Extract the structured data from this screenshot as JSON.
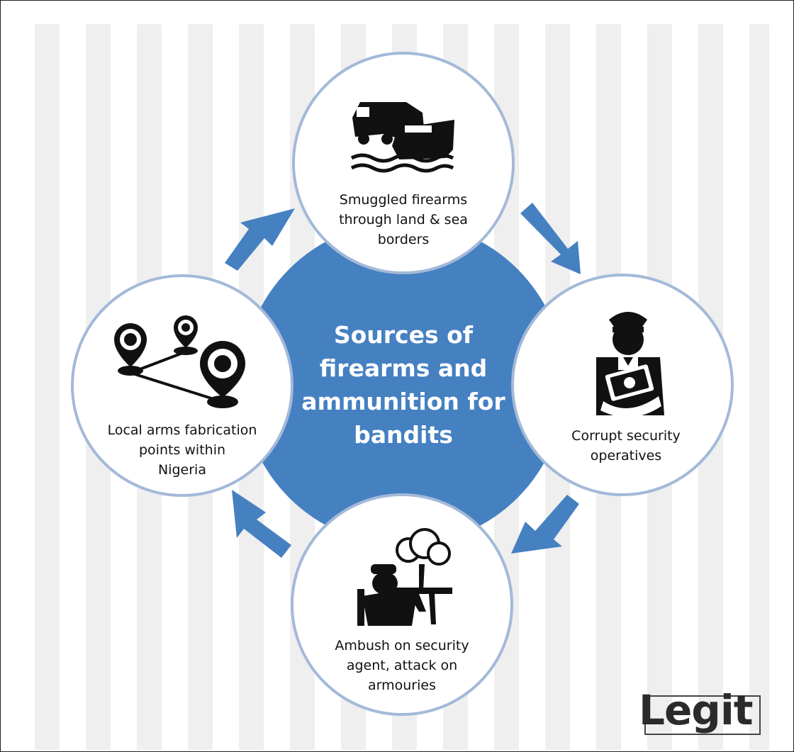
{
  "center": {
    "title": "Sources of\nfirearms and\nammunition for\nbandits"
  },
  "nodes": [
    {
      "id": "smuggled",
      "label": "Smuggled firearms\nthrough land & sea\nborders",
      "icon": "truck-ship-icon"
    },
    {
      "id": "corrupt",
      "label": "Corrupt security\noperatives",
      "icon": "security-officer-bribe-icon"
    },
    {
      "id": "ambush",
      "label": "Ambush on security\nagent, attack on\narmouries",
      "icon": "gunman-icon"
    },
    {
      "id": "local",
      "label": "Local arms fabrication\npoints within\nNigeria",
      "icon": "location-network-icon"
    }
  ],
  "logo": {
    "text": "Legit"
  },
  "colors": {
    "center_fill": "#4580c1",
    "circle_border": "#a3b9d8",
    "arrow": "#4580c1",
    "stripe": "#efefef",
    "icon": "#111111"
  }
}
